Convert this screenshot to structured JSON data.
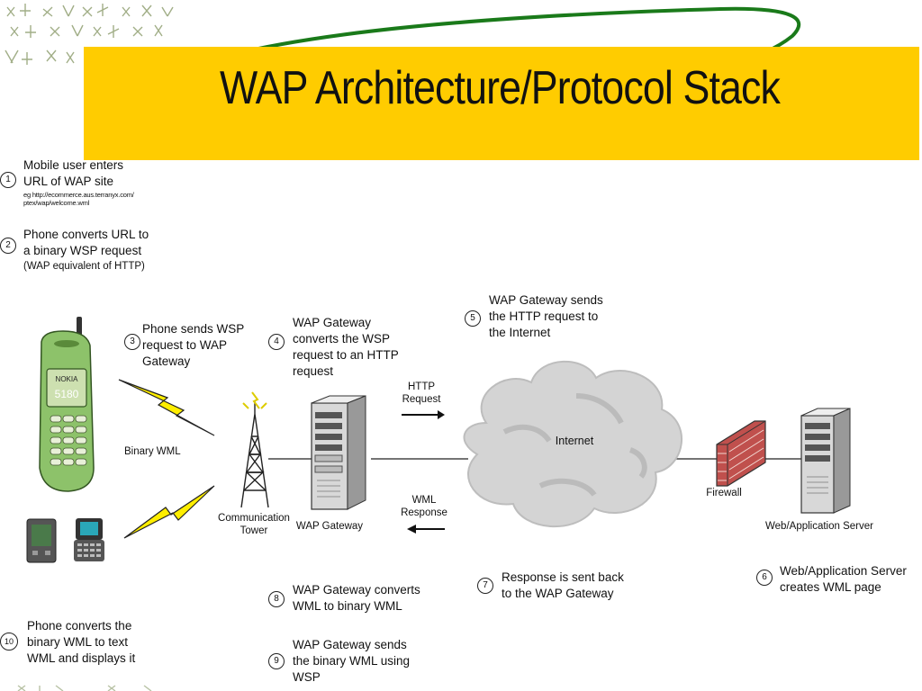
{
  "slide": {
    "title": "WAP Architecture/Protocol Stack"
  },
  "steps": [
    {
      "num": "1",
      "text": "Mobile user enters\nURL of WAP site",
      "note": "eg http://ecommerce.aus.terranyx.com/\nptex/wap/welcome.wml"
    },
    {
      "num": "2",
      "text": "Phone converts URL to\na binary WSP request",
      "note": "(WAP equivalent of HTTP)"
    },
    {
      "num": "3",
      "text": "Phone sends WSP\nrequest to WAP\nGateway"
    },
    {
      "num": "4",
      "text": "WAP Gateway\nconverts the WSP\nrequest to an HTTP\nrequest"
    },
    {
      "num": "5",
      "text": "WAP Gateway sends\nthe HTTP request to\nthe Internet"
    },
    {
      "num": "6",
      "text": "Web/Application Server\ncreates WML page"
    },
    {
      "num": "7",
      "text": "Response is sent back\nto the WAP Gateway"
    },
    {
      "num": "8",
      "text": "WAP Gateway converts\nWML to binary WML"
    },
    {
      "num": "9",
      "text": "WAP Gateway sends\nthe binary WML using\nWSP"
    },
    {
      "num": "10",
      "text": "Phone converts the\nbinary WML to text\nWML and displays it"
    }
  ],
  "labels": {
    "binary_wml": "Binary WML",
    "tower": "Communication\nTower",
    "gateway": "WAP Gateway",
    "http_request": "HTTP\nRequest",
    "wml_response": "WML\nResponse",
    "internet": "Internet",
    "firewall": "Firewall",
    "server": "Web/Application Server",
    "phone_brand": "NOKIA",
    "phone_model": "5180"
  },
  "colors": {
    "title_bar": "#ffcc00",
    "swoosh": "#1a7a1a",
    "bolt": "#ffee00",
    "firewall_brick": "#c0504d",
    "phone_body": "#8dc26a"
  },
  "icons": [
    "decorative-glyph-pattern",
    "phone-icon",
    "pda-icon",
    "communicator-icon",
    "lightning-bolt-icon",
    "tower-icon",
    "server-icon",
    "cloud-icon",
    "firewall-icon",
    "arrow-right-icon",
    "arrow-left-icon"
  ]
}
